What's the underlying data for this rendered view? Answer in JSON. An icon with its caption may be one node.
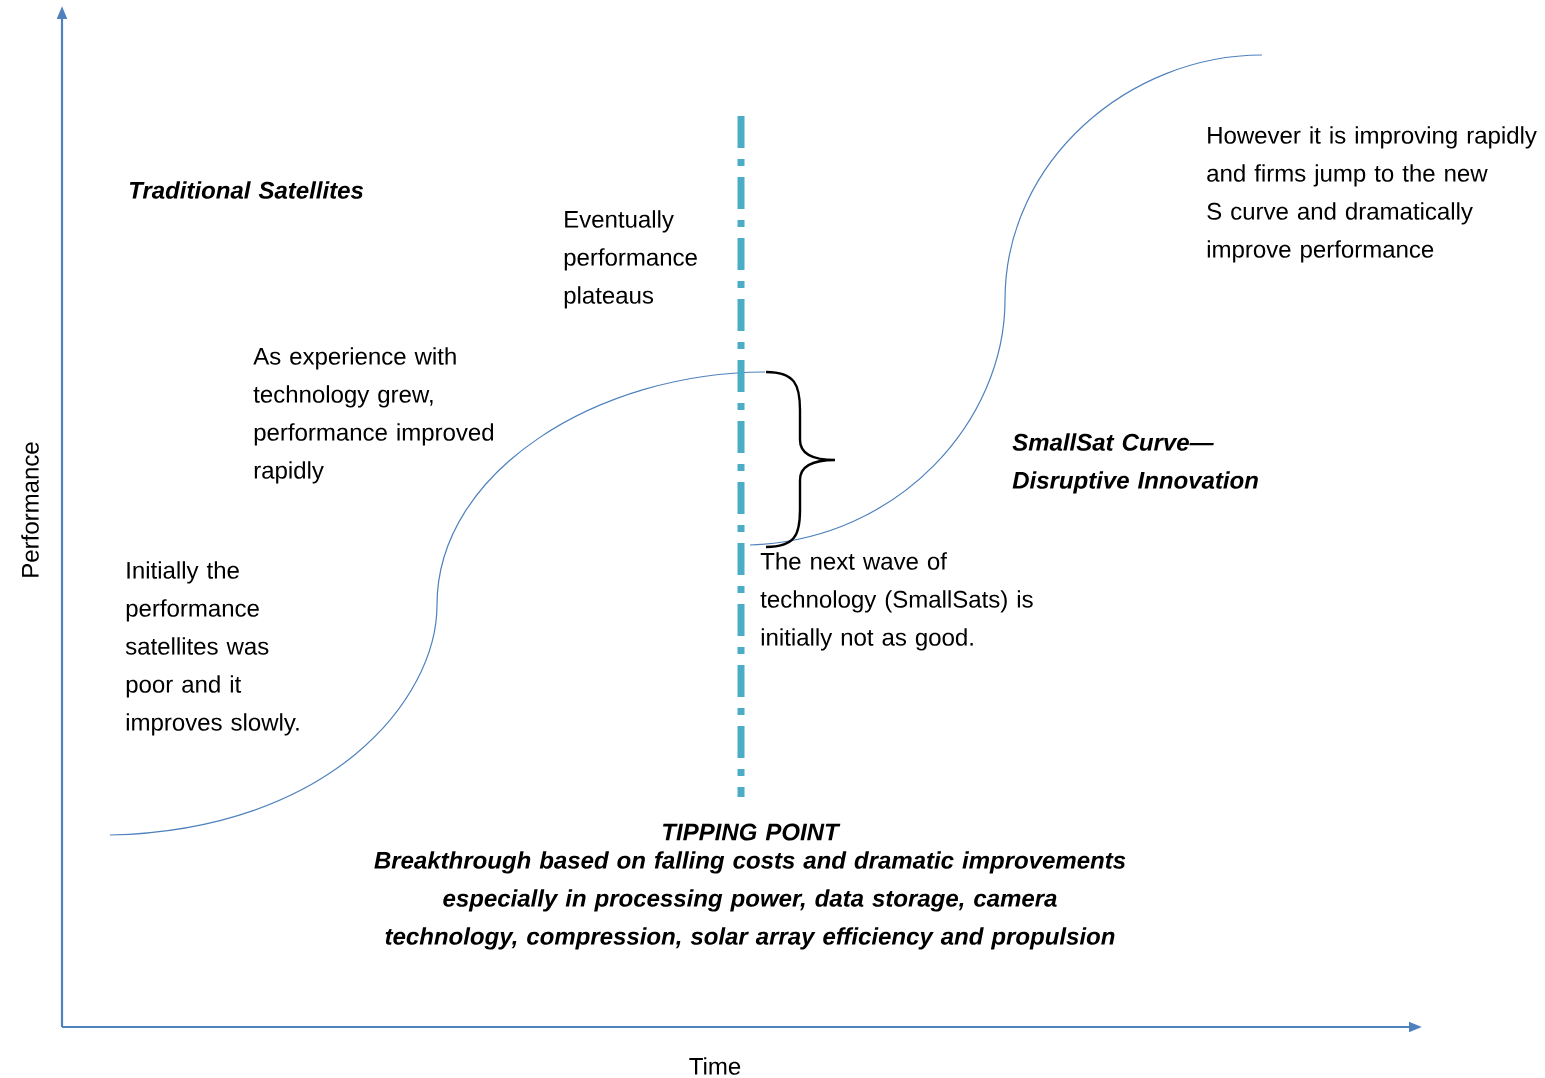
{
  "diagram": {
    "labels": [
      "Traditional Satellites",
      "Eventually performance plateaus",
      "However it is improving rapidly and firms jump to the new S curve and dramatically improve performance",
      "As experience with technology grew, performance improved rapidly",
      "SmallSat Curve— Disruptive Innovation",
      "Initially the performance satellites was poor and it improves slowly.",
      "The next wave of technology (SmallSats) is initially not as good.",
      "TIPPING POINT",
      "Breakthrough based on falling costs and dramatic improvements especially in processing power, data storage, camera technology, compression, solar array efficiency and propulsion",
      "Performance",
      "Time"
    ]
  }
}
